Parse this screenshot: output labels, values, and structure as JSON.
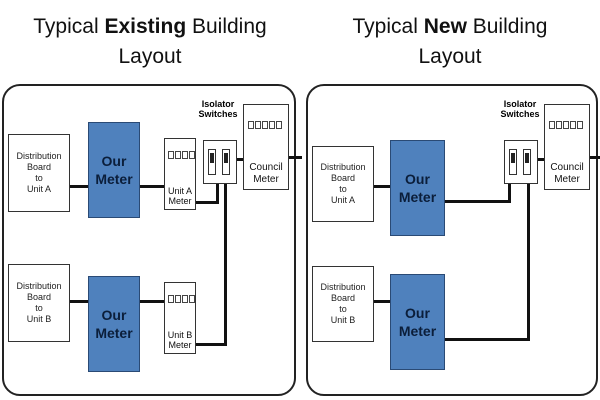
{
  "left": {
    "title_prefix": "Typical ",
    "title_bold": "Existing",
    "title_suffix": " Building",
    "title_line2": "Layout",
    "dist_a": [
      "Distribution",
      "Board",
      "to",
      "Unit A"
    ],
    "dist_b": [
      "Distribution",
      "Board",
      "to",
      "Unit B"
    ],
    "meter_a": [
      "Our",
      "Meter"
    ],
    "meter_b": [
      "Our",
      "Meter"
    ],
    "unit_a_meter": [
      "Unit A",
      "Meter"
    ],
    "unit_b_meter": [
      "Unit B",
      "Meter"
    ],
    "isolator": [
      "Isolator",
      "Switches"
    ],
    "council": [
      "Council",
      "Meter"
    ]
  },
  "right": {
    "title_prefix": "Typical ",
    "title_bold": "New",
    "title_suffix": " Building",
    "title_line2": "Layout",
    "dist_a": [
      "Distribution",
      "Board",
      "to",
      "Unit A"
    ],
    "dist_b": [
      "Distribution",
      "Board",
      "to",
      "Unit B"
    ],
    "meter_a": [
      "Our",
      "Meter"
    ],
    "meter_b": [
      "Our",
      "Meter"
    ],
    "isolator": [
      "Isolator",
      "Switches"
    ],
    "council": [
      "Council",
      "Meter"
    ]
  }
}
